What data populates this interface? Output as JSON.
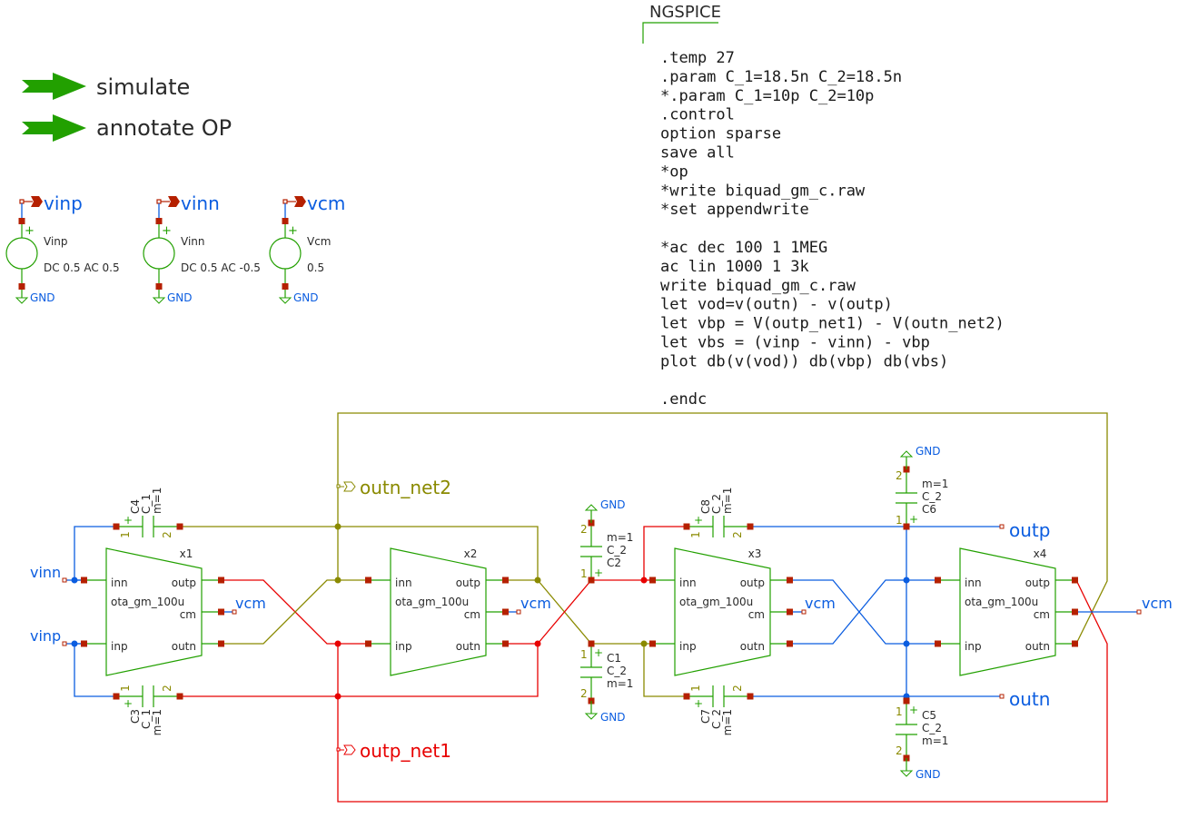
{
  "buttons": {
    "simulate": "simulate",
    "annotate": "annotate OP"
  },
  "colors": {
    "accent_green": "#22a000",
    "pin": "#b52000",
    "net_blue": "#0b5de0",
    "net_red": "#e80000",
    "net_olive": "#8a8a00"
  },
  "sources": [
    {
      "net": "vinp",
      "name": "Vinp",
      "value": "DC 0.5 AC 0.5",
      "gnd": "GND"
    },
    {
      "net": "vinn",
      "name": "Vinn",
      "value": "DC 0.5 AC -0.5",
      "gnd": "GND"
    },
    {
      "net": "vcm",
      "name": "Vcm",
      "value": "0.5",
      "gnd": "GND"
    }
  ],
  "ngspice": {
    "title": "NGSPICE",
    "lines": [
      ".temp 27",
      ".param C_1=18.5n C_2=18.5n",
      "*.param C_1=10p C_2=10p",
      ".control",
      "option sparse",
      "save all",
      "*op",
      "*write biquad_gm_c.raw",
      "*set appendwrite",
      "",
      "*ac dec 100 1 1MEG",
      "ac lin 1000 1 3k",
      "write biquad_gm_c.raw",
      "let vod=v(outn) - v(outp)",
      "let vbp = V(outp_net1) - V(outn_net2)",
      "let vbs = (vinp - vinn) - vbp",
      "plot db(v(vod)) db(vbp) db(vbs)",
      "",
      ".endc"
    ]
  },
  "otas": [
    {
      "inst": "x1",
      "cell": "ota_gm_100u",
      "pins": {
        "inn": "inn",
        "inp": "inp",
        "outp": "outp",
        "outn": "outn",
        "cm": "cm"
      },
      "cm_net": "vcm"
    },
    {
      "inst": "x2",
      "cell": "ota_gm_100u",
      "pins": {
        "inn": "inn",
        "inp": "inp",
        "outp": "outp",
        "outn": "outn",
        "cm": "cm"
      },
      "cm_net": "vcm"
    },
    {
      "inst": "x3",
      "cell": "ota_gm_100u",
      "pins": {
        "inn": "inn",
        "inp": "inp",
        "outp": "outp",
        "outn": "outn",
        "cm": "cm"
      },
      "cm_net": "vcm"
    },
    {
      "inst": "x4",
      "cell": "ota_gm_100u",
      "pins": {
        "inn": "inn",
        "inp": "inp",
        "outp": "outp",
        "outn": "outn",
        "cm": "cm"
      },
      "cm_net": "vcm"
    }
  ],
  "capacitors": {
    "C4": {
      "name": "C4",
      "value": "C_1",
      "m": "m=1"
    },
    "C3": {
      "name": "C3",
      "value": "C_1",
      "m": "m=1"
    },
    "C8": {
      "name": "C8",
      "value": "C_2",
      "m": "m=1"
    },
    "C7": {
      "name": "C7",
      "value": "C_2",
      "m": "m=1"
    },
    "C2": {
      "name": "C2",
      "value": "C_2",
      "m": "m=1"
    },
    "C1": {
      "name": "C1",
      "value": "C_2",
      "m": "m=1"
    },
    "C6": {
      "name": "C6",
      "value": "C_2",
      "m": "m=1"
    },
    "C5": {
      "name": "C5",
      "value": "C_2",
      "m": "m=1"
    }
  },
  "pin_numbers": {
    "one": "1",
    "two": "2",
    "plus": "+"
  },
  "nets": {
    "vinn": "vinn",
    "vinp": "vinp",
    "outp": "outp",
    "outn": "outn",
    "outn_net2": "outn_net2",
    "outp_net1": "outp_net1",
    "gnd": "GND"
  }
}
